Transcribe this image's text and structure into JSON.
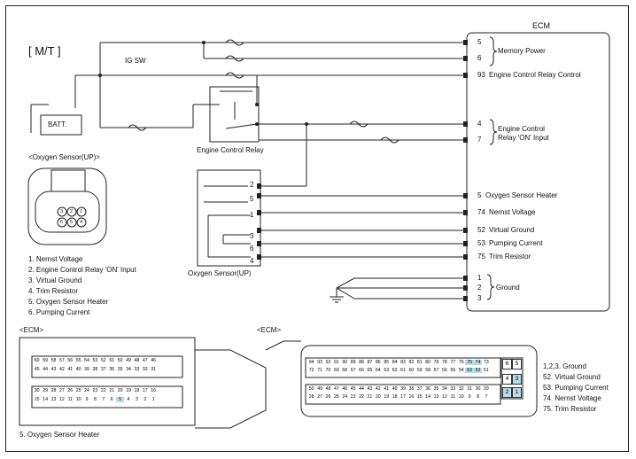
{
  "title": "[ M/T ]",
  "ecm_label": "ECM",
  "ig_sw": "IG SW",
  "batt": "BATT.",
  "relay_label": "Engine Control Relay",
  "sensor_up_label": "<Oxygen Sensor(UP)>",
  "sensor_label": "Oxygen Sensor(UP)",
  "ecm_pins": [
    {
      "num": "5",
      "label": "Memory Power"
    },
    {
      "num": "6",
      "label": ""
    },
    {
      "num": "93",
      "label": "Engine Control Relay Control"
    },
    {
      "num": "4",
      "label": "Engine Control"
    },
    {
      "num": "7",
      "label": "Relay 'ON' Input"
    },
    {
      "num": "5",
      "label": "Oxygen Sensor Heater"
    },
    {
      "num": "74",
      "label": "Nernst Voltage"
    },
    {
      "num": "52",
      "label": "Virtual Ground"
    },
    {
      "num": "53",
      "label": "Pumping Current"
    },
    {
      "num": "75",
      "label": "Trim Resistor"
    },
    {
      "num": "1",
      "label": ""
    },
    {
      "num": "2",
      "label": "Ground"
    },
    {
      "num": "3",
      "label": ""
    }
  ],
  "sensor_pins": [
    "2",
    "5",
    "1",
    "3",
    "6",
    "4"
  ],
  "connector_pins": [
    "3",
    "2",
    "1",
    "6",
    "5",
    "4"
  ],
  "sensor_legend": [
    "1. Nernst Voltage",
    "2. Engine Control Relay 'ON' Input",
    "3. Virtual Ground",
    "4. Trim Resistor",
    "5. Oxygen Sensor Heater",
    "6. Pumping Current"
  ],
  "ecm_left_label": "<ECM>",
  "ecm_right_label": "<ECM>",
  "left_conn_rows": [
    [
      "60",
      "59",
      "58",
      "57",
      "56",
      "55",
      "54",
      "53",
      "52",
      "51",
      "50",
      "49",
      "48",
      "47",
      "46"
    ],
    [
      "45",
      "44",
      "43",
      "42",
      "41",
      "40",
      "39",
      "38",
      "37",
      "36",
      "35",
      "34",
      "33",
      "32",
      "31"
    ],
    [
      "30",
      "29",
      "28",
      "27",
      "26",
      "25",
      "24",
      "23",
      "22",
      "21",
      "20",
      "19",
      "18",
      "17",
      "16"
    ],
    [
      "15",
      "14",
      "13",
      "12",
      "11",
      "10",
      "9",
      "8",
      "7",
      "6",
      "5",
      "4",
      "3",
      "2",
      "1"
    ]
  ],
  "right_conn_rows": [
    [
      "94",
      "93",
      "92",
      "91",
      "90",
      "89",
      "88",
      "87",
      "86",
      "85",
      "84",
      "83",
      "82",
      "81",
      "80",
      "79",
      "78",
      "77",
      "76",
      "75",
      "74",
      "73"
    ],
    [
      "72",
      "71",
      "70",
      "69",
      "68",
      "67",
      "66",
      "65",
      "64",
      "63",
      "62",
      "61",
      "60",
      "59",
      "58",
      "57",
      "56",
      "55",
      "54",
      "53",
      "52",
      "51"
    ],
    [
      "50",
      "49",
      "48",
      "47",
      "46",
      "45",
      "44",
      "43",
      "42",
      "41",
      "40",
      "39",
      "38",
      "37",
      "36",
      "35",
      "34",
      "33",
      "32",
      "31",
      "30",
      "29"
    ],
    [
      "28",
      "27",
      "26",
      "25",
      "24",
      "23",
      "22",
      "21",
      "20",
      "19",
      "18",
      "17",
      "16",
      "15",
      "14",
      "13",
      "12",
      "11",
      "10",
      "9",
      "8",
      "7"
    ]
  ],
  "small_conn": [
    [
      "6",
      "5"
    ],
    [
      "4",
      "3"
    ],
    [
      "2",
      "1"
    ]
  ],
  "left_legend": "5. Oxygen Sensor Heater",
  "right_legend": [
    "1,2,3. Ground",
    "52. Virtual Ground",
    "53. Pumping Current",
    "74. Nernst Voltage",
    "75. Trim Resistor"
  ],
  "colors": {
    "highlight": "#b9dce6",
    "line": "#222222"
  }
}
